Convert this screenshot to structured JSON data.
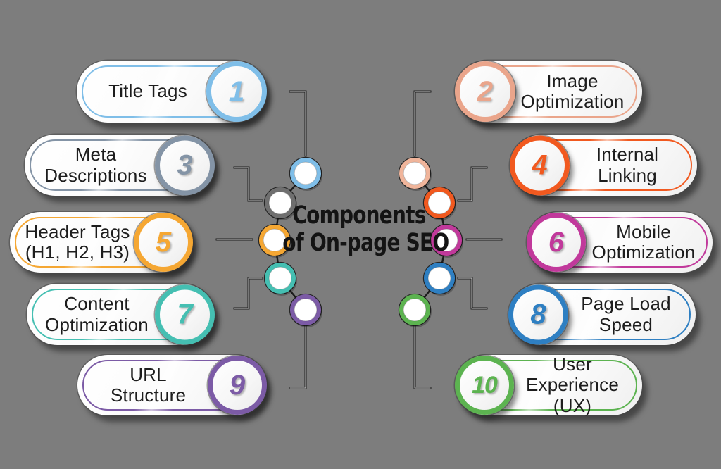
{
  "canvas": {
    "background": "#7d7d7d"
  },
  "title": {
    "line1": "Components",
    "line2": "of On-page SEO",
    "color": "#141414"
  },
  "items_left": [
    {
      "number": "1",
      "lines": [
        "Title Tags"
      ],
      "color": "#7FBEE8"
    },
    {
      "number": "3",
      "lines": [
        "Meta",
        "Descriptions"
      ],
      "color": "#8494A6"
    },
    {
      "number": "5",
      "lines": [
        "Header Tags",
        "(H1, H2, H3)"
      ],
      "color": "#F5A733"
    },
    {
      "number": "7",
      "lines": [
        "Content",
        "Optimization"
      ],
      "color": "#45BFB2"
    },
    {
      "number": "9",
      "lines": [
        "URL",
        "Structure"
      ],
      "color": "#7C5BA6"
    }
  ],
  "items_right": [
    {
      "number": "2",
      "lines": [
        "Image",
        "Optimization"
      ],
      "color": "#EAA58B"
    },
    {
      "number": "4",
      "lines": [
        "Internal",
        "Linking"
      ],
      "color": "#F1591F"
    },
    {
      "number": "6",
      "lines": [
        "Mobile",
        "Optimization"
      ],
      "color": "#C1399B"
    },
    {
      "number": "8",
      "lines": [
        "Page Load",
        "Speed"
      ],
      "color": "#2E7FC2"
    },
    {
      "number": "10",
      "lines": [
        "User",
        "Experience (UX)"
      ],
      "color": "#5CB350"
    }
  ],
  "center": {
    "left_chain_colors": [
      "#7FBEE8",
      "#6F6F6F",
      "#F5A733",
      "#45BFB2",
      "#7C5BA6"
    ],
    "right_chain_colors": [
      "#F0B59B",
      "#F1591F",
      "#C1399B",
      "#2E7FC2",
      "#5CB350"
    ],
    "connector_color": "#1f1f1f",
    "connector_core_color": "#cfcfcf",
    "link_color": "#1a1a1a",
    "node_fill": "#ffffff"
  }
}
